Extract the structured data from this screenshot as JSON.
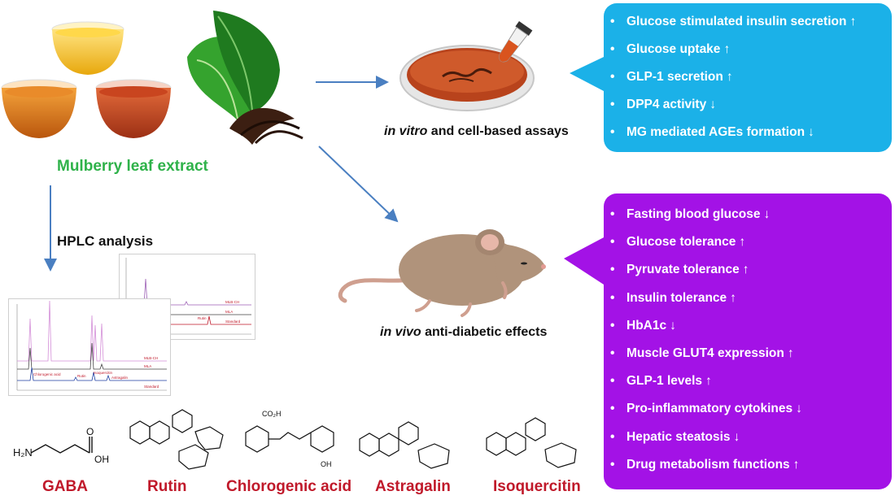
{
  "extract_label": "Mulberry leaf extract",
  "hplc_label": "HPLC analysis",
  "in_vitro": {
    "italic": "in vitro",
    "rest": " and cell-based assays"
  },
  "in_vivo": {
    "italic": "in vivo",
    "rest": " anti-diabetic effects"
  },
  "colors": {
    "in_vitro_box": "#1bb1e8",
    "in_vivo_box": "#a312e6",
    "compound_name": "#c0192a",
    "extract_label": "#2fb24a",
    "arrow": "#4a7fc1"
  },
  "in_vitro_effects": [
    {
      "text": "Glucose stimulated insulin secretion",
      "arrow": "↑"
    },
    {
      "text": "Glucose uptake",
      "arrow": "↑"
    },
    {
      "text": "GLP-1 secretion",
      "arrow": "↑"
    },
    {
      "text": "DPP4 activity",
      "arrow": "↓"
    },
    {
      "text": "MG mediated AGEs formation",
      "arrow": "↓"
    }
  ],
  "in_vivo_effects": [
    {
      "text": "Fasting blood glucose",
      "arrow": "↓"
    },
    {
      "text": "Glucose tolerance",
      "arrow": "↑"
    },
    {
      "text": "Pyruvate tolerance",
      "arrow": "↑"
    },
    {
      "text": "Insulin tolerance",
      "arrow": "↑"
    },
    {
      "text": "HbA1c",
      "arrow": "↓"
    },
    {
      "text": "Muscle GLUT4 expression",
      "arrow": "↑"
    },
    {
      "text": "GLP-1 levels",
      "arrow": "↑"
    },
    {
      "text": "Pro-inflammatory cytokines",
      "arrow": "↓"
    },
    {
      "text": "Hepatic steatosis",
      "arrow": "↓"
    },
    {
      "text": "Drug metabolism functions",
      "arrow": "↑"
    }
  ],
  "compounds": [
    "GABA",
    "Rutin",
    "Chlorogenic acid",
    "Astragalin",
    "Isoquercitin"
  ],
  "hplc_back": {
    "traces": [
      "MLB-CH",
      "MLA",
      "Standard"
    ],
    "peak": "Rutin"
  },
  "hplc_front": {
    "traces": [
      "MLB-CH",
      "MLA",
      "Standard"
    ],
    "peaks": [
      "Chlorogenic acid",
      "Rutin",
      "Isoquercitin",
      "Astragalin"
    ]
  }
}
